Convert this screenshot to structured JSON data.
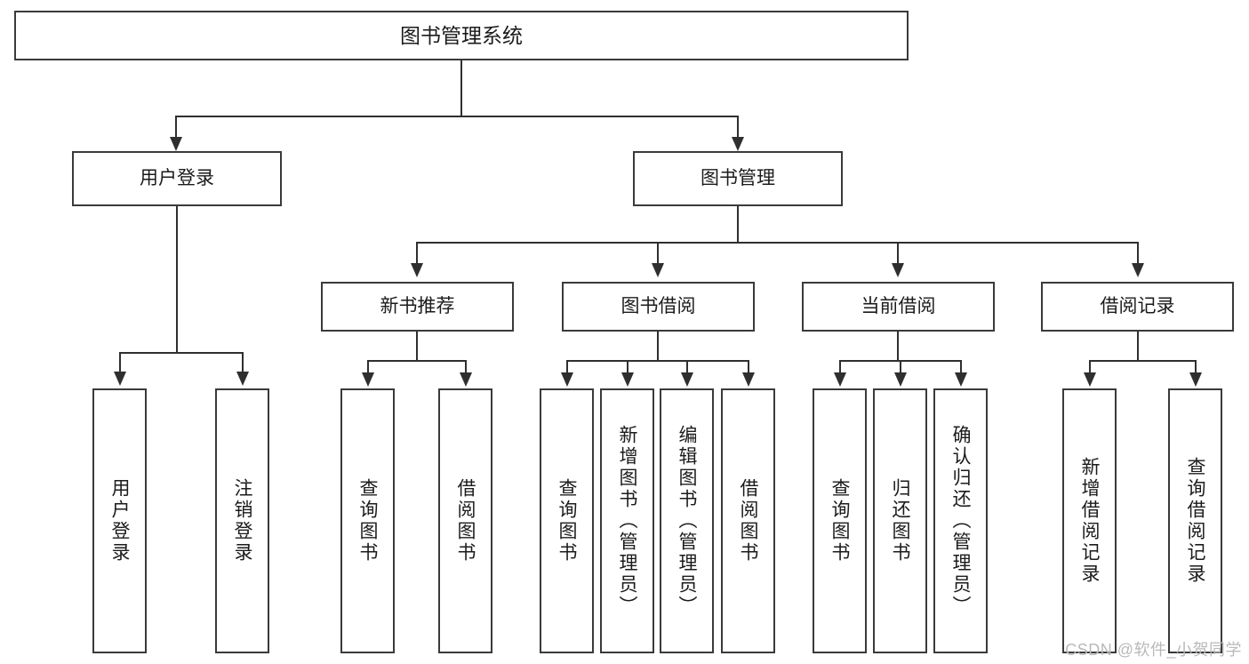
{
  "diagram": {
    "type": "tree",
    "title": "图书管理系统",
    "orientation": "top-down",
    "colors": {
      "box_border": "#3a3a3a",
      "connector": "#2f2f2f",
      "text": "#1b1b1b",
      "background": "#ffffff",
      "watermark": "#b9b9b9"
    },
    "root": {
      "label": "图书管理系统"
    },
    "level1": [
      {
        "label": "用户登录"
      },
      {
        "label": "图书管理"
      }
    ],
    "level2": [
      {
        "label": "新书推荐"
      },
      {
        "label": "图书借阅"
      },
      {
        "label": "当前借阅"
      },
      {
        "label": "借阅记录"
      }
    ],
    "leaves": {
      "user_login": [
        {
          "label": "用户登录"
        },
        {
          "label": "注销登录"
        }
      ],
      "new_book_recommend": [
        {
          "label": "查询图书"
        },
        {
          "label": "借阅图书"
        }
      ],
      "book_borrow": [
        {
          "label": "查询图书"
        },
        {
          "label": "新增图书（管理员）"
        },
        {
          "label": "编辑图书（管理员）"
        },
        {
          "label": "借阅图书"
        }
      ],
      "current_borrow": [
        {
          "label": "查询图书"
        },
        {
          "label": "归还图书"
        },
        {
          "label": "确认归还（管理员）"
        }
      ],
      "borrow_record": [
        {
          "label": "新增借阅记录"
        },
        {
          "label": "查询借阅记录"
        }
      ]
    }
  },
  "watermark": {
    "text": "CSDN @软件_小贺同学"
  }
}
